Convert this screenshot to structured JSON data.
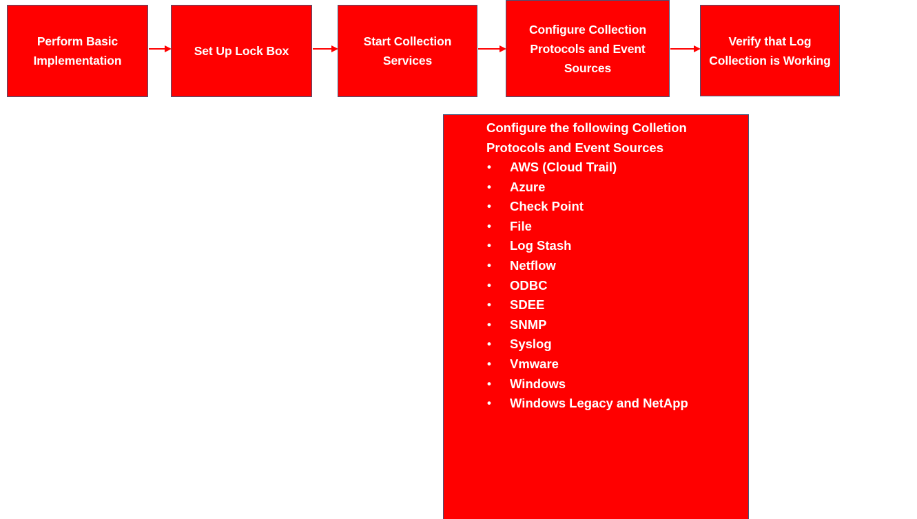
{
  "diagram": {
    "type": "process-flow-with-callout",
    "colors": {
      "box_fill": "#FF0000",
      "box_border": "#41577C",
      "box_text": "#FFFFFF",
      "arrow": "#FF0000",
      "background": "#FFFFFF"
    },
    "steps": [
      {
        "id": "step-1",
        "label": "Perform Basic Implementation"
      },
      {
        "id": "step-2",
        "label": "Set Up Lock Box"
      },
      {
        "id": "step-3",
        "label": "Start Collection Services"
      },
      {
        "id": "step-4",
        "label": "Configure Collection Protocols and Event Sources"
      },
      {
        "id": "step-5",
        "label": "Verify that Log Collection is Working"
      }
    ],
    "connectors": [
      {
        "id": "connector-1",
        "from": "step-1",
        "to": "step-2",
        "icon": "arrow-right-icon"
      },
      {
        "id": "connector-2",
        "from": "step-2",
        "to": "step-3",
        "icon": "arrow-right-icon"
      },
      {
        "id": "connector-3",
        "from": "step-3",
        "to": "step-4",
        "icon": "arrow-right-icon"
      },
      {
        "id": "connector-4",
        "from": "step-4",
        "to": "step-5",
        "icon": "arrow-right-icon"
      }
    ],
    "callout": {
      "attached_to": "step-4",
      "heading": "Configure the following Colletion Protocols and Event Sources",
      "bullet_glyph": "•",
      "items": [
        "AWS (Cloud Trail)",
        "Azure",
        "Check Point",
        "File",
        "Log Stash",
        "Netflow",
        "ODBC",
        "SDEE",
        "SNMP",
        "Syslog",
        "Vmware",
        "Windows",
        "Windows Legacy and NetApp"
      ]
    }
  }
}
